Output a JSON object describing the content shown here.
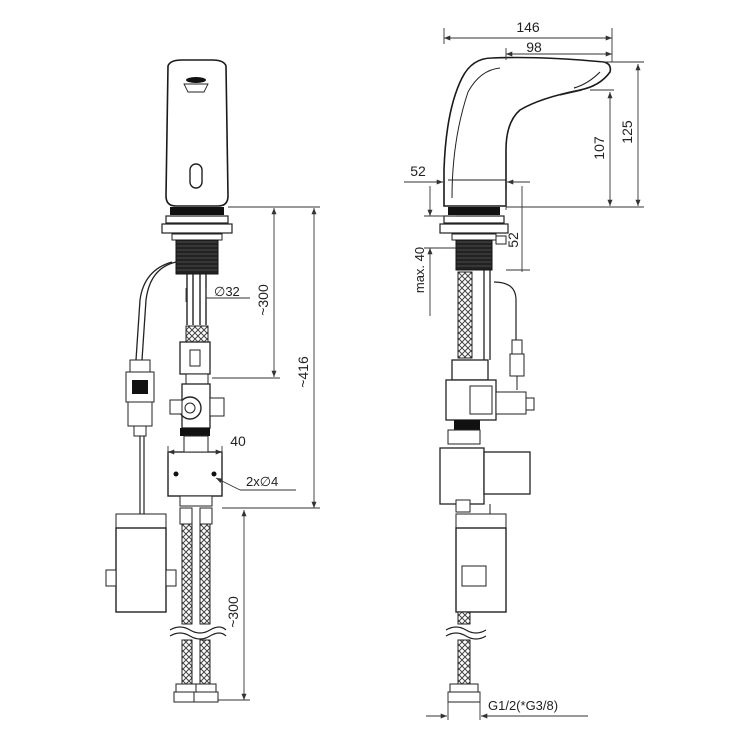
{
  "dimensions": {
    "width_146": "146",
    "width_98": "98",
    "height_125": "125",
    "height_107": "107",
    "offset_52_top": "52",
    "offset_52_side": "52",
    "max_40": "max. 40",
    "len_300_upper": "~300",
    "diam_32": "∅32",
    "len_416": "~416",
    "width_40": "40",
    "holes": "2x∅4",
    "len_300_lower": "~300",
    "thread": "G1/2(*G3/8)"
  },
  "colors": {
    "line": "#222222",
    "fill_dark": "#1a1a1a",
    "fill_hatch": "#555555",
    "background": "#ffffff"
  },
  "icons": {
    "sensor": "sensor-window-icon",
    "diameter": "diameter-symbol"
  }
}
